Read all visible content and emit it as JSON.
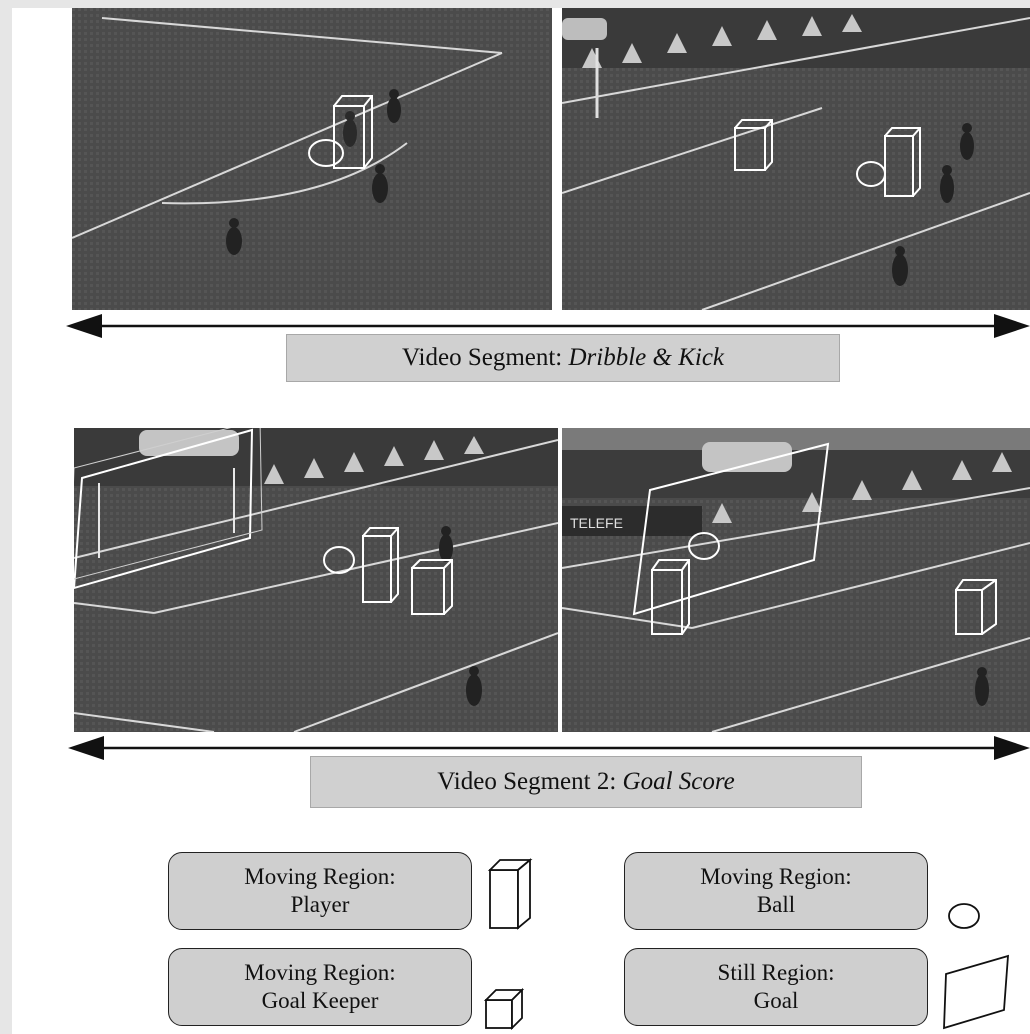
{
  "segments": [
    {
      "label_prefix": "Video Segment: ",
      "label_event": "Dribble & Kick"
    },
    {
      "label_prefix": "Video Segment 2: ",
      "label_event": "Goal Score"
    }
  ],
  "legend": [
    {
      "kind": "Moving Region:",
      "name": "Player",
      "icon": "tall-box-icon"
    },
    {
      "kind": "Moving Region:",
      "name": "Ball",
      "icon": "circle-icon"
    },
    {
      "kind": "Moving Region:",
      "name": "Goal Keeper",
      "icon": "box-icon"
    },
    {
      "kind": "Still Region:",
      "name": "Goal",
      "icon": "parallelogram-icon"
    }
  ],
  "frame_signage": {
    "sponsor_text": "TELEFE"
  },
  "colors": {
    "pitch": "#4a4a4a",
    "lines": "#e8e8e8",
    "label_bg": "#d0d0d0"
  }
}
